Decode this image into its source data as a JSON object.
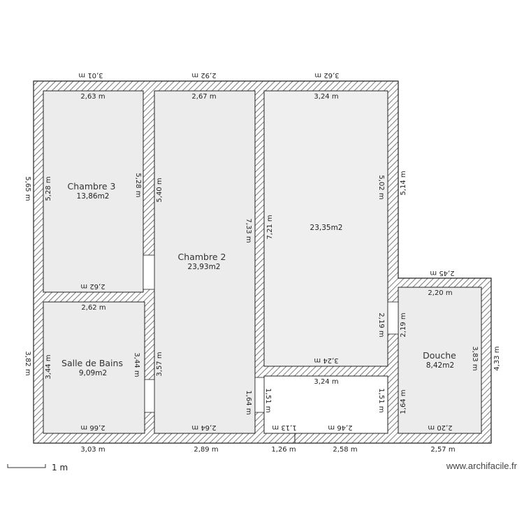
{
  "colors": {
    "room_fill": "#ececec",
    "open_room_fill": "#ffffff",
    "wall_hatch": "#444444",
    "wall_outline": "#222222"
  },
  "rooms": [
    {
      "name": "Chambre 3",
      "area": "13,86m2"
    },
    {
      "name": "Chambre 2",
      "area": "23,93m2"
    },
    {
      "name": "",
      "area": "23,35m2"
    },
    {
      "name": "Salle de Bains",
      "area": "9,09m2"
    },
    {
      "name": "Douche",
      "area": "8,42m2"
    },
    {
      "name": "",
      "area": ""
    }
  ],
  "dimensions": {
    "top_outer": [
      "3,01 m",
      "2,92 m",
      "3,62 m",
      "2,45 m"
    ],
    "top_inner": [
      "2,63 m",
      "2,67 m",
      "3,24 m",
      "2,20 m",
      "2,62 m",
      "3,24 m"
    ],
    "bottom_inner": [
      "2,62 m",
      "2,66 m",
      "2,64 m",
      "1,13 m",
      "2,46 m",
      "2,20 m",
      "3,24 m"
    ],
    "bottom_outer": [
      "3,03 m",
      "2,89 m",
      "1,26 m",
      "2,58 m",
      "2,57 m"
    ],
    "vertical": [
      "5,65 m",
      "5,28 m",
      "5,28 m",
      "5,40 m",
      "7,33 m",
      "7,21 m",
      "5,02 m",
      "5,14 m",
      "3,82 m",
      "3,44 m",
      "3,44 m",
      "3,57 m",
      "1,64 m",
      "1,51 m",
      "1,51 m",
      "2,19 m",
      "2,19 m",
      "1,64 m",
      "3,83 m",
      "4,33 m"
    ]
  },
  "scale": {
    "label": "1 m"
  },
  "watermark": "www.archifacile.fr"
}
